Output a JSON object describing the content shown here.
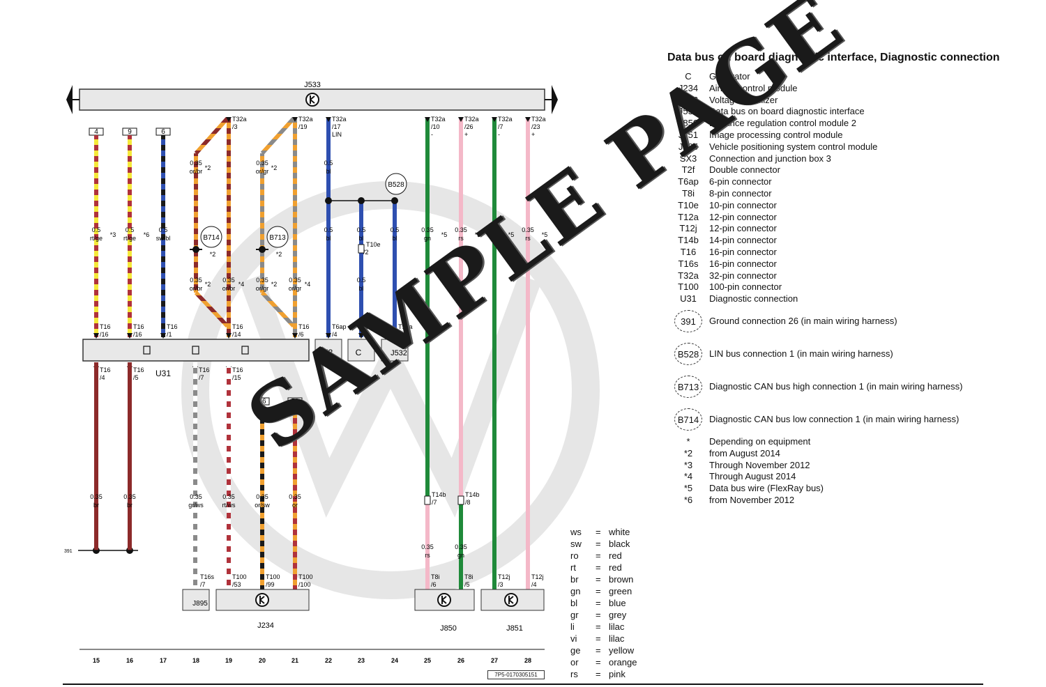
{
  "legend": {
    "title": "Data bus on board diagnostic interface, Diagnostic connection",
    "components": [
      {
        "code": "C",
        "desc": "Generator"
      },
      {
        "code": "J234",
        "desc": "Airbag control module"
      },
      {
        "code": "J532",
        "desc": "Voltage stabilizer"
      },
      {
        "code": "J533",
        "desc": "Data bus on board diagnostic interface"
      },
      {
        "code": "J850",
        "desc": "Distance regulation control module 2"
      },
      {
        "code": "J851",
        "desc": "Image processing control module"
      },
      {
        "code": "J895",
        "desc": "Vehicle positioning system control module"
      },
      {
        "code": "SX3",
        "desc": "Connection and junction box 3"
      },
      {
        "code": "T2f",
        "desc": "Double connector"
      },
      {
        "code": "T6ap",
        "desc": "6-pin connector"
      },
      {
        "code": "T8i",
        "desc": "8-pin connector"
      },
      {
        "code": "T10e",
        "desc": "10-pin connector"
      },
      {
        "code": "T12a",
        "desc": "12-pin connector"
      },
      {
        "code": "T12j",
        "desc": "12-pin connector"
      },
      {
        "code": "T14b",
        "desc": "14-pin connector"
      },
      {
        "code": "T16",
        "desc": "16-pin connector"
      },
      {
        "code": "T16s",
        "desc": "16-pin connector"
      },
      {
        "code": "T32a",
        "desc": "32-pin connector"
      },
      {
        "code": "T100",
        "desc": "100-pin connector"
      },
      {
        "code": "U31",
        "desc": "Diagnostic connection"
      }
    ],
    "connections": [
      {
        "code": "391",
        "desc": "Ground connection 26 (in main wiring harness)"
      },
      {
        "code": "B528",
        "desc": "LIN bus connection 1 (in main wiring harness)"
      },
      {
        "code": "B713",
        "desc": "Diagnostic CAN bus high connection 1 (in main wiring harness)"
      },
      {
        "code": "B714",
        "desc": "Diagnostic CAN bus low connection 1 (in main wiring harness)"
      }
    ],
    "notes": [
      {
        "code": "*",
        "desc": "Depending on equipment"
      },
      {
        "code": "*2",
        "desc": "from August 2014"
      },
      {
        "code": "*3",
        "desc": "Through November 2012"
      },
      {
        "code": "*4",
        "desc": "Through August 2014"
      },
      {
        "code": "*5",
        "desc": "Data bus wire (FlexRay bus)"
      },
      {
        "code": "*6",
        "desc": "from November 2012"
      }
    ]
  },
  "color_codes": [
    {
      "abbr": "ws",
      "name": "white"
    },
    {
      "abbr": "sw",
      "name": "black"
    },
    {
      "abbr": "ro",
      "name": "red"
    },
    {
      "abbr": "rt",
      "name": "red"
    },
    {
      "abbr": "br",
      "name": "brown"
    },
    {
      "abbr": "gn",
      "name": "green"
    },
    {
      "abbr": "bl",
      "name": "blue"
    },
    {
      "abbr": "gr",
      "name": "grey"
    },
    {
      "abbr": "li",
      "name": "lilac"
    },
    {
      "abbr": "vi",
      "name": "lilac"
    },
    {
      "abbr": "ge",
      "name": "yellow"
    },
    {
      "abbr": "or",
      "name": "orange"
    },
    {
      "abbr": "rs",
      "name": "pink"
    }
  ],
  "components_drawn": {
    "top_bus": "J533",
    "diag": "U31",
    "sx3": "SX3",
    "gen": "C",
    "vstab": "J532",
    "j895": "J895",
    "j234": "J234",
    "j850": "J850",
    "j851": "J851",
    "ground": "391",
    "b528": "B528",
    "b713": "B713",
    "b714": "B714"
  },
  "wire_colors": {
    "red": "#b0323b",
    "yellow": "#f5e93a",
    "black": "#1a1a1a",
    "blue": "#2e4fb0",
    "orange": "#f0a030",
    "brown": "#8c2a2a",
    "grey": "#8a8a8a",
    "white": "#ffffff",
    "green": "#1f8a3a",
    "pink": "#f4b8c8"
  },
  "wires": [
    {
      "id": "15",
      "top_label": "4",
      "upper_spec": "0.5",
      "upper_color": "rt/ge",
      "note": "*3",
      "upper_conn": "T16",
      "upper_pin": "/16",
      "lower_conn": "T16",
      "lower_pin": "/4",
      "lower_spec": "0.35",
      "lower_color": "br"
    },
    {
      "id": "16",
      "top_label": "9",
      "upper_spec": "0.5",
      "upper_color": "rt/ge",
      "note": "*6",
      "upper_conn": "T16",
      "upper_pin": "/16",
      "lower_conn": "T16",
      "lower_pin": "/5",
      "lower_spec": "0.35",
      "lower_color": "br"
    },
    {
      "id": "17",
      "top_label": "6",
      "upper_spec": "0.5",
      "upper_color": "sw/bl",
      "upper_conn": "T16",
      "upper_pin": "/1"
    },
    {
      "id": "18",
      "spec_a": "0.35",
      "color_a": "or/br",
      "note_a": "*2",
      "spec_b": "0.35",
      "color_b": "or/br",
      "note_b": "*2",
      "node_note": "*2",
      "lower_conn": "T16",
      "lower_pin": "/7",
      "lower_spec": "0.35",
      "lower_color": "gr/ws",
      "bottom_conn": "T16s",
      "bottom_pin": "/7"
    },
    {
      "id": "19",
      "top_conn": "T32a",
      "top_pin": "/3",
      "spec_b": "0.35",
      "color_b": "or/br",
      "note_b": "*4",
      "upper_conn": "T16",
      "upper_pin": "/14",
      "lower_conn": "T16",
      "lower_pin": "/15",
      "lower_spec": "0.35",
      "lower_color": "rt/ws",
      "bottom_conn": "T100",
      "bottom_pin": "/53"
    },
    {
      "id": "20",
      "spec_a": "0.35",
      "color_a": "or/gr",
      "note_a": "*2",
      "spec_b": "0.35",
      "color_b": "or/gr",
      "note_b": "*2",
      "node_note": "*2",
      "top_label": "46",
      "lower_spec": "0.35",
      "lower_color": "or/sw",
      "bottom_conn": "T100",
      "bottom_pin": "/99"
    },
    {
      "id": "21",
      "top_conn": "T32a",
      "top_pin": "/19",
      "spec_b": "0.35",
      "color_b": "or/gr",
      "note_b": "*4",
      "upper_conn": "T16",
      "upper_pin": "/6",
      "top_label": "51",
      "lower_spec": "0.35",
      "lower_color": "or",
      "bottom_conn": "T100",
      "bottom_pin": "/100"
    },
    {
      "id": "22",
      "top_conn": "T32a",
      "top_pin": "/17",
      "top_extra": "LIN",
      "spec_a": "0.5",
      "color_a": "bl",
      "spec_b": "0.5",
      "color_b": "bl",
      "upper_conn": "T6ap",
      "upper_pin": "/4"
    },
    {
      "id": "23",
      "spec_b": "0.5",
      "color_b": "bl",
      "mid_conn": "T10e",
      "mid_pin": "/2",
      "spec_c": "0.5",
      "color_c": "bl",
      "upper_conn": "T2f",
      "upper_pin": "/1"
    },
    {
      "id": "24",
      "spec_b": "0.5",
      "color_b": "bl",
      "upper_conn": "T12a",
      "upper_pin": "/11"
    },
    {
      "id": "25",
      "top_conn": "T32a",
      "top_pin": "/10",
      "top_extra": "-",
      "spec_b": "0.35",
      "color_b": "gn",
      "note_b": "*5",
      "mid_conn": "T14b",
      "mid_pin": "/7",
      "lower_spec": "0.35",
      "lower_color": "rs",
      "bottom_conn": "T8i",
      "bottom_pin": "/6"
    },
    {
      "id": "26",
      "top_conn": "T32a",
      "top_pin": "/26",
      "top_extra": "+",
      "spec_b": "0.35",
      "color_b": "rs",
      "note_b": "*5",
      "mid_conn": "T14b",
      "mid_pin": "/8",
      "lower_spec": "0.35",
      "lower_color": "gn",
      "bottom_conn": "T8i",
      "bottom_pin": "/5"
    },
    {
      "id": "27",
      "top_conn": "T32a",
      "top_pin": "/7",
      "top_extra": "-",
      "spec_b": "0.35",
      "color_b": "gn",
      "note_b": "*5",
      "bottom_conn": "T12j",
      "bottom_pin": "/3"
    },
    {
      "id": "28",
      "top_conn": "T32a",
      "top_pin": "/23",
      "top_extra": "+",
      "spec_b": "0.35",
      "color_b": "rs",
      "note_b": "*5",
      "bottom_conn": "T12j",
      "bottom_pin": "/4"
    }
  ],
  "watermark": "SAMPLE PAGE",
  "reference": "7P5-0170305151"
}
